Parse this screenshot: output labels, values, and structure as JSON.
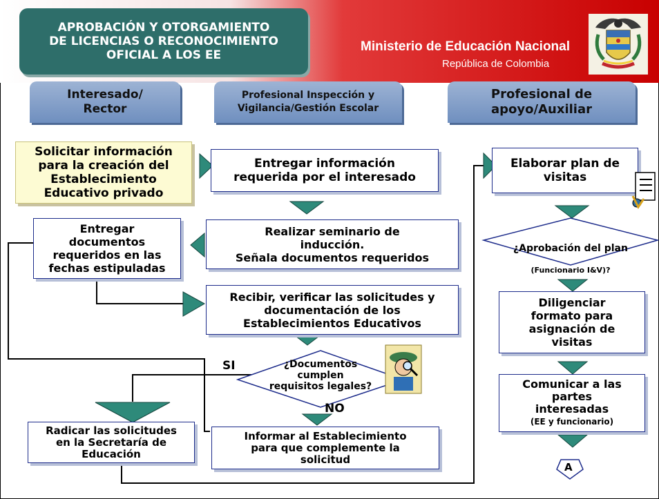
{
  "header": {
    "title": "APROBACIÓN Y OTORGAMIENTO\nDE LICENCIAS O RECONOCIMIENTO\nOFICIAL A LOS EE",
    "ministry": "Ministerio de Educación Nacional",
    "republic": "República de Colombia"
  },
  "roles": {
    "interesado": "Interesado/\nRector",
    "profesional_iv": "Profesional Inspección y\nVigilancia/Gestión Escolar",
    "apoyo": "Profesional de\napoyo/Auxiliar"
  },
  "steps": {
    "solicitar": "Solicitar información\npara la creación del\nEstablecimiento\nEducativo privado",
    "entregar_info": "Entregar información\nrequerida por el interesado",
    "seminario": "Realizar seminario de\ninducción.\nSeñala documentos requeridos",
    "entregar_docs": "Entregar\ndocumentos\nrequeridos en las\nfechas estipuladas",
    "recibir": "Recibir, verificar las solicitudes y\ndocumentación de los\nEstablecimientos Educativos",
    "documentos_cumplen": "¿Documentos\ncumplen\nrequisitos legales?",
    "radicar": "Radicar las solicitudes\nen la Secretaría de\nEducación",
    "informar": "Informar al Establecimiento\npara que complemente la\nsolicitud",
    "elaborar": "Elaborar plan de\nvisitas",
    "aprobacion_q": "¿Aprobación del plan",
    "aprobacion_sub": "(Funcionario I&V)?",
    "diligenciar": "Diligenciar\nformato para\nasignación de\nvisitas",
    "comunicar": "Comunicar a las\npartes\ninteresadas",
    "comunicar_sub": "(EE y funcionario)"
  },
  "labels": {
    "si": "SI",
    "no": "NO",
    "connector": "A"
  },
  "colors": {
    "box_border": "#1b2a8a",
    "arrow_fill": "#2e8a7a",
    "banner_red": "#c80000",
    "title_teal": "#2e6e6a",
    "role_blue": "#7f9cc8",
    "note_yellow": "#fdfbd3"
  },
  "icons": [
    "colombia-crest-icon",
    "checklist-icon",
    "inspector-icon"
  ]
}
